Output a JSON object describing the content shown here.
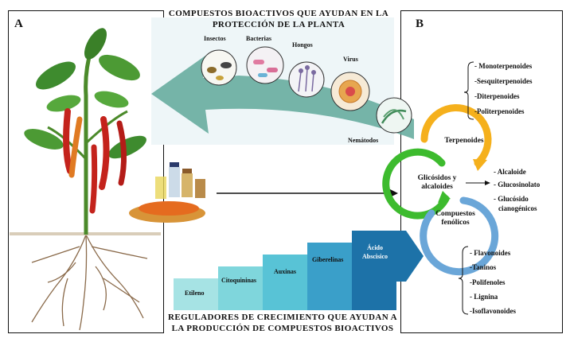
{
  "panel_a": {
    "label": "A"
  },
  "panel_b": {
    "label": "B"
  },
  "top_title": {
    "line1": "COMPUESTOS BIOACTIVOS QUE AYUDAN EN LA",
    "line2": "PROTECCIÓN DE LA PLANTA"
  },
  "pathogens": [
    "Insectos",
    "Bacterias",
    "Hongos",
    "Virus",
    "Nemátodos"
  ],
  "regulators": [
    "Etileno",
    "Citoquininas",
    "Auxinas",
    "Giberelinas",
    "Ácido",
    "Abscisico"
  ],
  "bottom_title": {
    "line1": "REGULADORES DE CRECIMIENTO QUE AYUDAN A",
    "line2": "LA PRODUCCIÓN DE COMPUESTOS BIOACTIVOS"
  },
  "terpenoids": {
    "label": "Terpenoides",
    "items": [
      "- Monoterpenoides",
      "-Sesquiterpenoides",
      "-Diterpenoides",
      "-Politerpenoides"
    ]
  },
  "alkaloids": {
    "label1": "Glicósidos y",
    "label2": "alcaloides",
    "items": [
      "- Alcaloide",
      "- Glucosinolato",
      "- Glucósido",
      "cianogénicos"
    ]
  },
  "phenolics": {
    "label1": "Compuestos",
    "label2": "fenólicos",
    "items": [
      "- Flavonoides",
      "-Taninos",
      "-Polifenoles",
      "- Lignina",
      "-Isoflavonoides"
    ]
  },
  "colors": {
    "terp": "#f5b01c",
    "alk": "#3dbb2e",
    "phen": "#6aa6d8",
    "arrow_teal": "#5fa89a",
    "stairs": [
      "#a6e3e4",
      "#7fd6dc",
      "#58c3d6",
      "#3a9fc9",
      "#1d72a8"
    ]
  }
}
